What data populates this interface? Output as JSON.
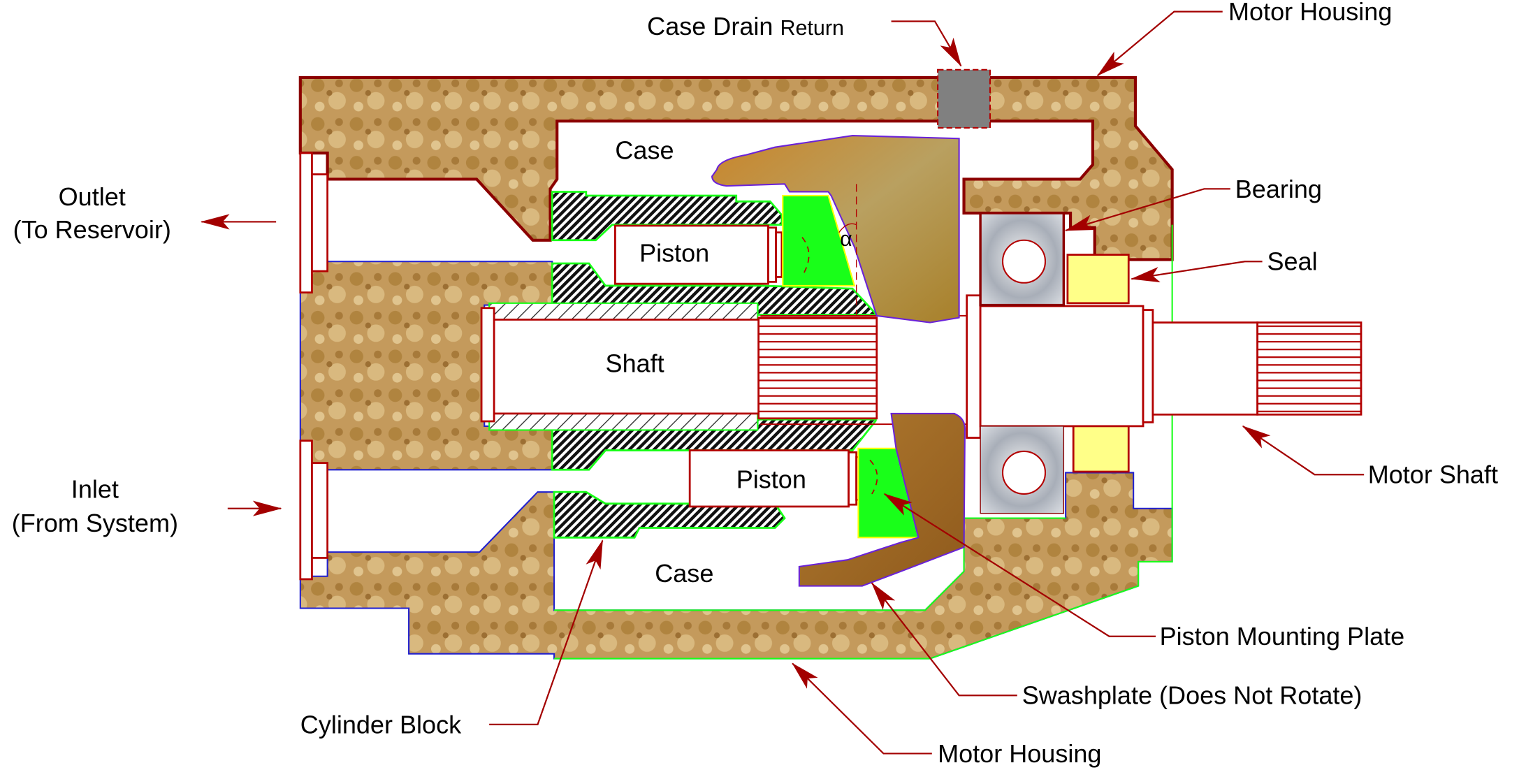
{
  "title": "Axial Piston Hydraulic Motor Cross-Section",
  "parts": {
    "case_top": "Case",
    "case_bottom": "Case",
    "piston_top": "Piston",
    "piston_bottom": "Piston",
    "shaft": "Shaft",
    "angle": "α"
  },
  "callouts": {
    "case_drain": "Case Drain",
    "case_drain_return": "Return",
    "motor_housing_top": "Motor Housing",
    "bearing": "Bearing",
    "seal": "Seal",
    "motor_shaft": "Motor Shaft",
    "piston_mounting_plate": "Piston Mounting Plate",
    "swashplate": "Swashplate (Does Not Rotate)",
    "motor_housing_bottom": "Motor Housing",
    "cylinder_block": "Cylinder Block",
    "outlet_line1": "Outlet",
    "outlet_line2": "(To Reservoir)",
    "inlet_line1": "Inlet",
    "inlet_line2": "(From System)"
  },
  "colors": {
    "leader": "#a30000",
    "piston_shoe": "#19ff19",
    "seal": "#ffff88",
    "drain_port": "#808080",
    "swashplate": "#b8862e"
  }
}
